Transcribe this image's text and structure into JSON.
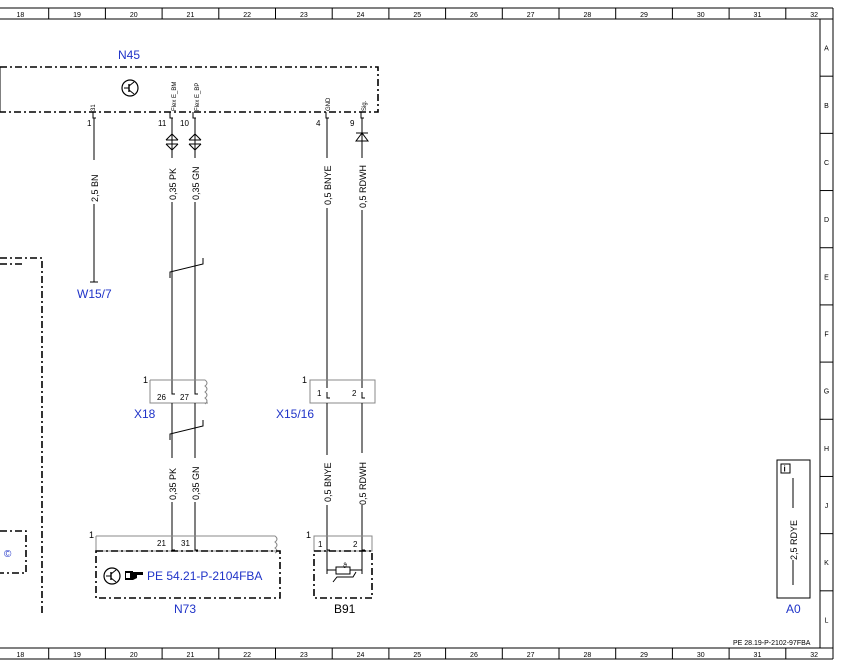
{
  "grid": {
    "columns": [
      "18",
      "19",
      "20",
      "21",
      "22",
      "23",
      "24",
      "25",
      "26",
      "27",
      "28",
      "29",
      "30",
      "31",
      "32"
    ],
    "rows": [
      "A",
      "B",
      "C",
      "D",
      "E",
      "F",
      "G",
      "H",
      "J",
      "K",
      "L"
    ]
  },
  "components": {
    "n45": {
      "label": "N45",
      "pins": [
        {
          "name": "31",
          "num": "1"
        },
        {
          "name": "Flex E_BM",
          "num": "11"
        },
        {
          "name": "Flex E_BP",
          "num": "10"
        },
        {
          "name": "GND",
          "num": "4"
        },
        {
          "name": "Sig.",
          "num": "9"
        }
      ]
    },
    "w15_7": {
      "label": "W15/7"
    },
    "x18": {
      "label": "X18",
      "corner": "1",
      "pins": [
        "26",
        "27"
      ]
    },
    "x15_16": {
      "label": "X15/16",
      "corner": "1",
      "pins": [
        "1",
        "2"
      ]
    },
    "n73": {
      "label": "N73",
      "corner": "1",
      "pins": [
        "21",
        "31"
      ],
      "reference": "PE 54.21-P-2104FBA"
    },
    "b91": {
      "label": "B91",
      "corner": "1",
      "pins": [
        "1",
        "2"
      ]
    },
    "a0": {
      "label": "A0",
      "wire": "2,5 RDYE"
    }
  },
  "wires": {
    "w1": "2,5 BN",
    "w2_top": "0,35 PK",
    "w3_top": "0,35 GN",
    "w4_top": "0,5 BNYE",
    "w5_top": "0,5 RDWH",
    "w2_bottom": "0,35 PK",
    "w3_bottom": "0,35 GN",
    "w4_bottom": "0,5 BNYE",
    "w5_bottom": "0,5 RDWH"
  },
  "footer": {
    "doc_ref": "PE 28.19-P-2102-97FBA"
  }
}
